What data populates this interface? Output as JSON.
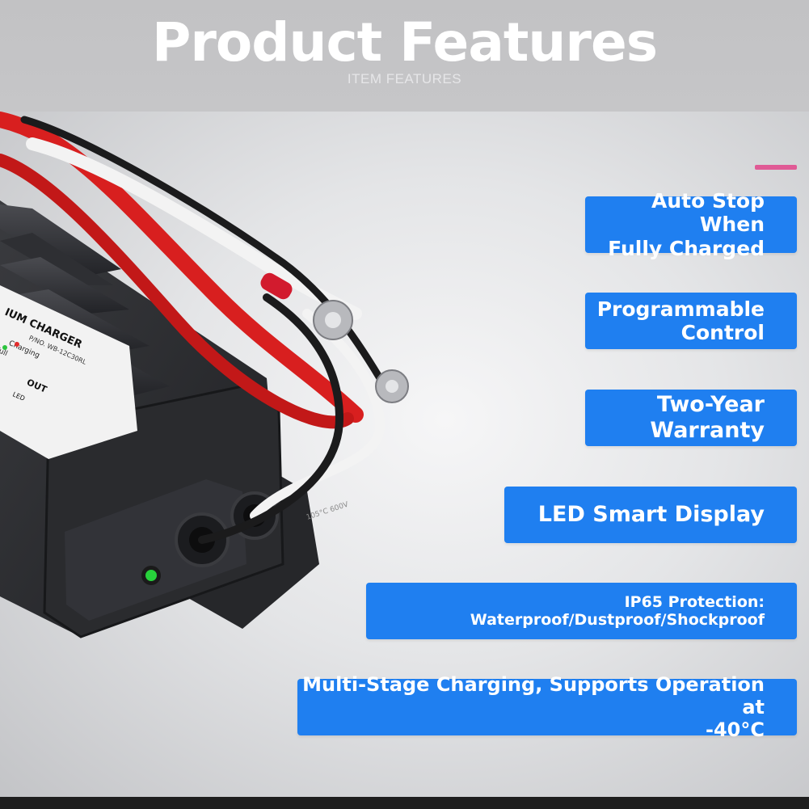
{
  "header": {
    "title": "Product Features",
    "subtitle": "ITEM FEATURES"
  },
  "product_label": {
    "name": "IUM CHARGER",
    "model": "P/NO. WB-12C30RL",
    "charging": "Charging",
    "full": "Full",
    "out": "OUT",
    "led": "LED",
    "wire_text": "105°C 600V"
  },
  "features": {
    "f1": {
      "line1": "Auto Stop When",
      "line2": "Fully Charged"
    },
    "f2": {
      "line1": "Programmable",
      "line2": "Control"
    },
    "f3": {
      "line1": "Two-Year",
      "line2": "Warranty"
    },
    "f4": {
      "line1": "LED Smart Display"
    },
    "f5": {
      "line1": "IP65 Protection:",
      "line2": "Waterproof/Dustproof/Shockproof"
    },
    "f6": {
      "line1": "Multi-Stage Charging, Supports Operation at",
      "line2": "-40°C"
    }
  },
  "colors": {
    "feature_bg": "#1f7ff0",
    "accent": "#e05a95",
    "charger_body": "#2b2c2f",
    "led_green": "#27d13b"
  }
}
